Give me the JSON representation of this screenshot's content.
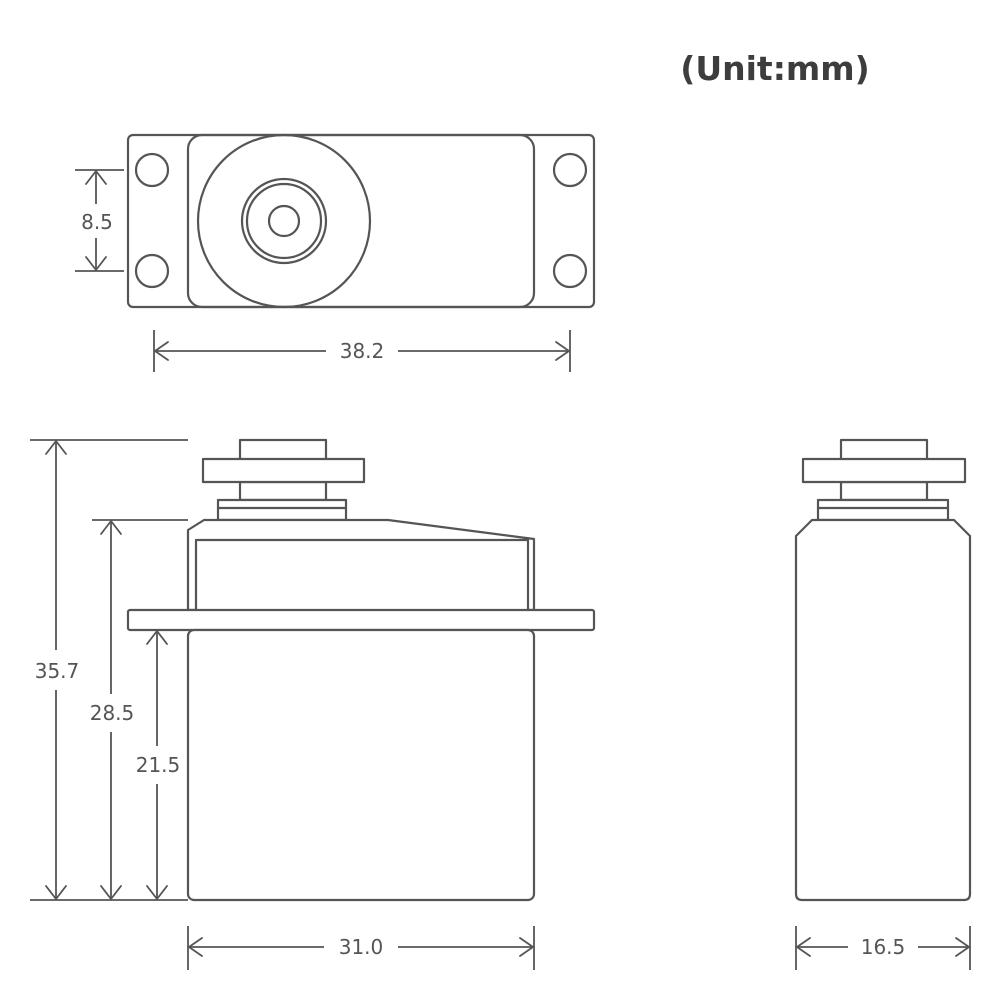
{
  "unit_label": "(Unit:mm)",
  "dimensions": {
    "mount_hole_spacing": "8.5",
    "top_length": "38.2",
    "total_height": "35.7",
    "body_height_with_cap": "28.5",
    "body_height_to_tab": "21.5",
    "body_width": "31.0",
    "body_depth": "16.5"
  },
  "colors": {
    "line": "#555555",
    "background": "#ffffff"
  }
}
